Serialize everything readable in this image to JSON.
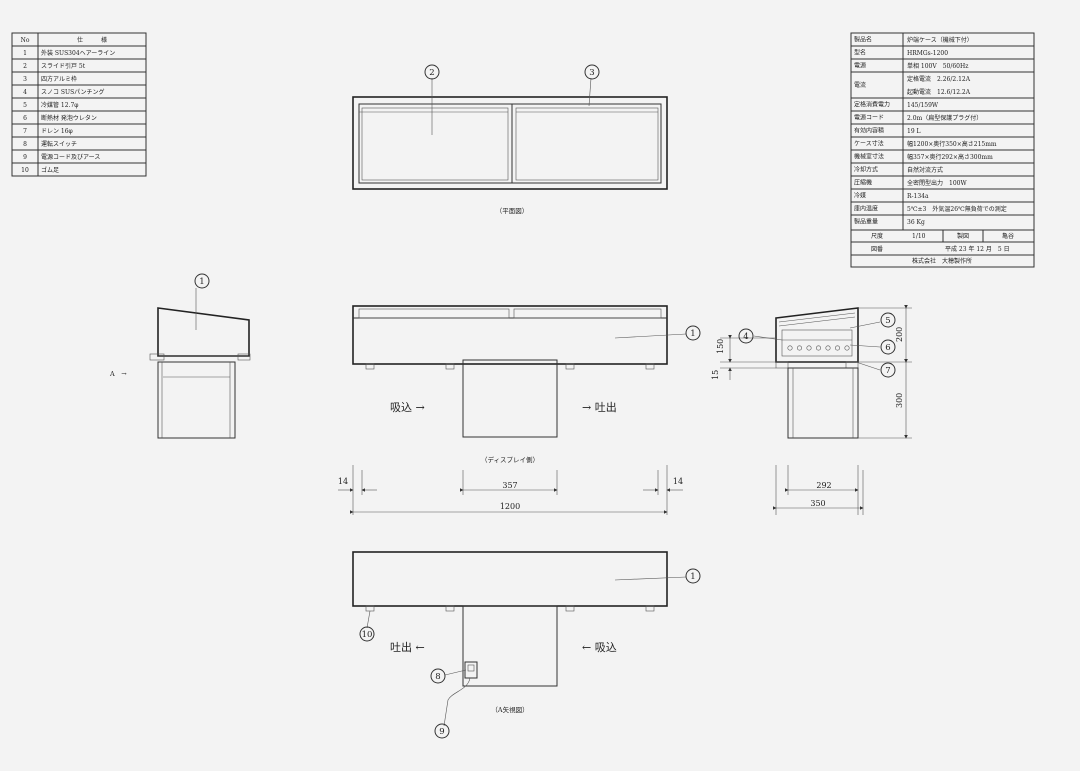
{
  "parts_table": {
    "header": [
      "No",
      "仕　　　様"
    ],
    "rows": [
      {
        "no": "1",
        "spec": "外装 SUS304ヘアーライン"
      },
      {
        "no": "2",
        "spec": "スライド引戸 5t"
      },
      {
        "no": "3",
        "spec": "四方アルミ枠"
      },
      {
        "no": "4",
        "spec": "スノコ SUSパンチング"
      },
      {
        "no": "5",
        "spec": "冷媒管 12.7φ"
      },
      {
        "no": "6",
        "spec": "断熱材 発泡ウレタン"
      },
      {
        "no": "7",
        "spec": "ドレン 16φ"
      },
      {
        "no": "8",
        "spec": "運転スイッチ"
      },
      {
        "no": "9",
        "spec": "電源コード及びアース"
      },
      {
        "no": "10",
        "spec": "ゴム足"
      }
    ]
  },
  "spec_table": {
    "rows": [
      {
        "label": "製品名",
        "value": "炉端ケース（機械下付）"
      },
      {
        "label": "型名",
        "value": "HRMGs-1200"
      },
      {
        "label": "電源",
        "value": "単相 100V　50/60Hz"
      },
      {
        "label": "電流",
        "value": "定格電流　2.26/2.12A",
        "value2": "起動電流　12.6/12.2A"
      },
      {
        "label": "定格消費電力",
        "value": "145/159W"
      },
      {
        "label": "電源コード",
        "value": "2.0m（扁型保護プラグ付）"
      },
      {
        "label": "有効内容積",
        "value": "19 L"
      },
      {
        "label": "ケース寸法",
        "value": "幅1200×奥行350×高さ215mm"
      },
      {
        "label": "機械室寸法",
        "value": "幅357×奥行292×高さ300mm"
      },
      {
        "label": "冷却方式",
        "value": "自然対流方式"
      },
      {
        "label": "圧縮機",
        "value": "全密閉型出力　100W"
      },
      {
        "label": "冷媒",
        "value": "R-134a"
      },
      {
        "label": "庫内温度",
        "value": "5℃±3　外気温26℃無負荷での測定"
      },
      {
        "label": "製品重量",
        "value": "36 Kg"
      }
    ],
    "scale_label": "尺度",
    "scale_value": "1/10",
    "drawn_label": "製図",
    "drawn_value": "亀谷",
    "drawing_no_label": "図番",
    "date": "平成 23 年 12 月　5 日",
    "company": "株式会社　大穂製作所"
  },
  "views": {
    "plan_caption": "（平面図）",
    "display_caption": "（ディスプレイ側）",
    "arrow_view_caption": "（A矢視図）",
    "arrow_a": "A　→",
    "intake_front": "吸込 →",
    "exhaust_front": "→ 吐出",
    "exhaust_rear": "吐出 ←",
    "intake_rear": "← 吸込"
  },
  "callouts": [
    "1",
    "2",
    "3",
    "4",
    "5",
    "6",
    "7",
    "8",
    "9",
    "10"
  ],
  "dimensions": {
    "d14_left": "14",
    "d357": "357",
    "d14_right": "14",
    "d1200": "1200",
    "d292": "292",
    "d350": "350",
    "d150": "150",
    "d15": "15",
    "d200": "200",
    "d300": "300"
  }
}
